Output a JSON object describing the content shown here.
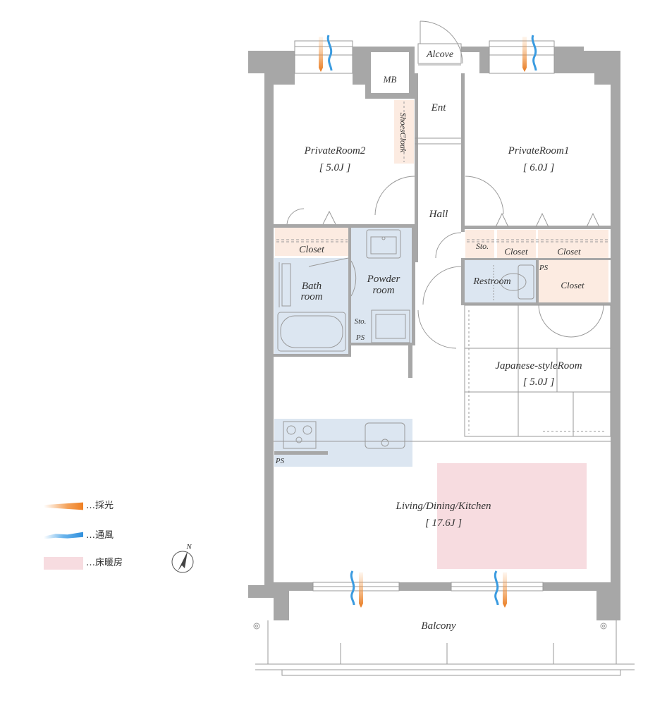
{
  "rooms": {
    "private_room_2": {
      "name": "PrivateRoom2",
      "size": "[ 5.0J ]"
    },
    "private_room_1": {
      "name": "PrivateRoom1",
      "size": "[ 6.0J ]"
    },
    "japanese_room": {
      "name": "Japanese-styleRoom",
      "size": "[ 5.0J ]"
    },
    "ldk": {
      "name": "Living/Dining/Kitchen",
      "size": "[ 17.6J ]"
    },
    "bath": {
      "line1": "Bath",
      "line2": "room"
    },
    "powder": {
      "line1": "Powder",
      "line2": "room"
    },
    "restroom": "Restroom",
    "balcony": "Balcony",
    "hall": "Hall",
    "entrance": "Ent",
    "alcove": "Alcove",
    "mb": "MB",
    "shoes_cloak": "ShoesCloak",
    "closet": "Closet",
    "storage": "Sto.",
    "ps": "PS"
  },
  "legend": {
    "lighting": "…採光",
    "ventilation": "…通風",
    "floor_heating": "…床暖房"
  },
  "compass": {
    "label": "N"
  },
  "colors": {
    "wall": "#a7a7a7",
    "wet_area": "#dce6f1",
    "closet": "#fcebe1",
    "floor_heating": "#f7dce0",
    "light_arrow": "#f08a2a",
    "wind_arrow": "#3a9be0"
  }
}
